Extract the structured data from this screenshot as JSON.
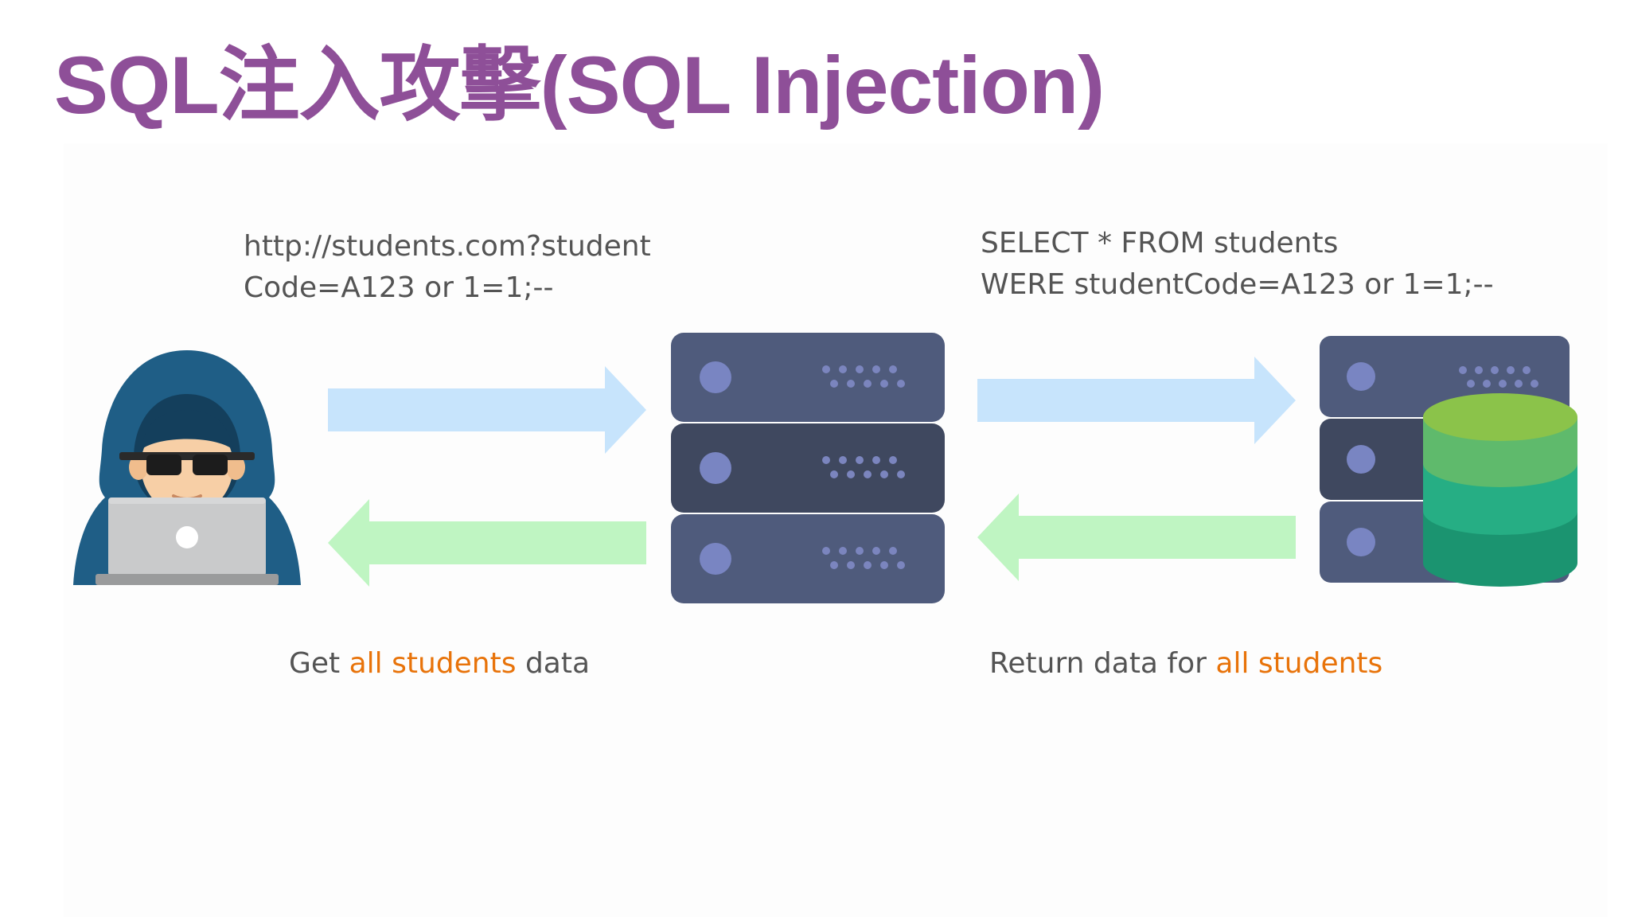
{
  "title": "SQL注入攻擊(SQL Injection)",
  "request_url": {
    "line1": "http://students.com?student",
    "line2": "Code=A123 or 1=1;--"
  },
  "sql_query": {
    "line1": "SELECT * FROM students",
    "line2": "WERE studentCode=A123 or 1=1;--"
  },
  "caption_left": {
    "prefix": "Get ",
    "highlight": "all students",
    "suffix": " data"
  },
  "caption_right": {
    "prefix": "Return data for ",
    "highlight": "all students"
  },
  "icons": {
    "attacker": "hacker-laptop-icon",
    "server": "web-server-icon",
    "database": "database-server-icon"
  },
  "colors": {
    "title": "#8e4f98",
    "highlight": "#e8730a",
    "request_arrow": "#c7e4fc",
    "response_arrow": "#bff5c2",
    "server": "#4f5b7c",
    "server_dark": "#3f485f",
    "db_top": "#8bc34a",
    "db_mid": "#26ae84",
    "db_bottom": "#1b9470"
  }
}
